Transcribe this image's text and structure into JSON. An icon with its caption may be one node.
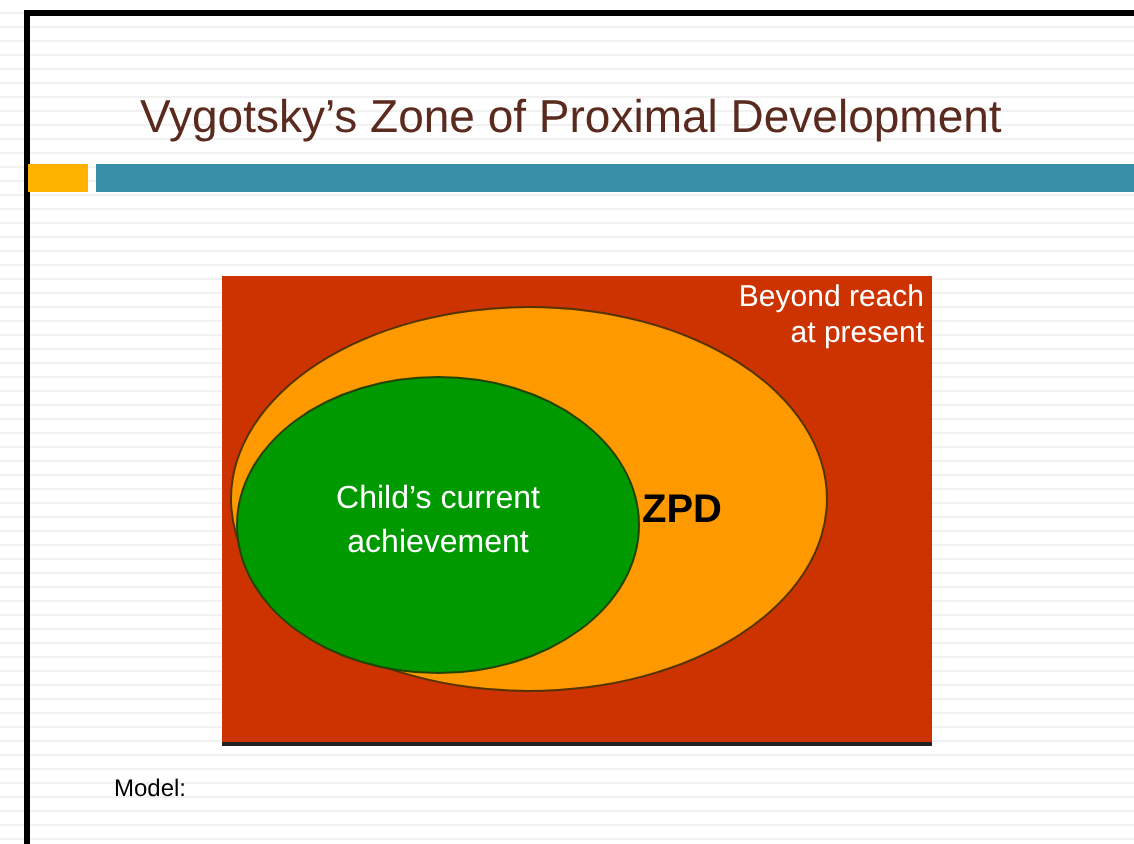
{
  "diagram": {
    "title": "Vygotsky’s Zone of Proximal Development",
    "nodes": [
      {
        "text": [
          "Beyond reach at present"
        ]
      },
      {
        "text": [
          "ZPD"
        ],
        "in": 0
      },
      {
        "text": [
          "Child’s current achievement"
        ],
        "in": 1
      }
    ],
    "labels": [
      "Model:"
    ]
  }
}
